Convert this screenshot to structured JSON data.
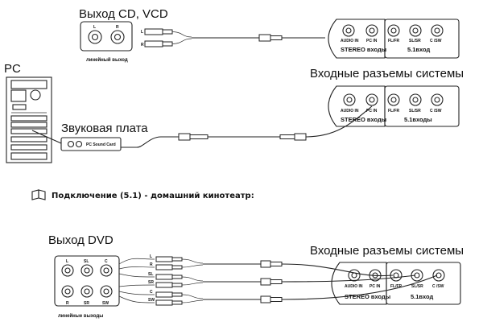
{
  "top": {
    "title": "Выход CD, VCD",
    "jack_l": "L",
    "jack_r": "R",
    "caption": "линейный выход",
    "plug_l": "L",
    "plug_r": "R"
  },
  "panel": {
    "audio_in": "AUDIO IN",
    "pc_in": "PC IN",
    "fl_fr": "FL/FR",
    "sl_sr": "SL/SR",
    "c_sw": "C /SW",
    "stereo": "STEREO входы",
    "five_one": "5.1вход",
    "five_one_mid": "5.1входы",
    "five_one_bot": "5.1вход"
  },
  "pc": {
    "label": "PC",
    "sound_card": "Звуковая плата",
    "card_text": "PC Sound Card"
  },
  "system_title": "Входные разъемы системы",
  "section_heading": "Подключение (5.1) - домашний кинотеатр:",
  "dvd": {
    "title": "Выход DVD",
    "jacks": [
      "L",
      "SL",
      "C",
      "R",
      "SR",
      "SW"
    ],
    "caption": "линейные выходы",
    "plugs": [
      "L",
      "R",
      "SL",
      "SR",
      "C",
      "SW"
    ]
  }
}
